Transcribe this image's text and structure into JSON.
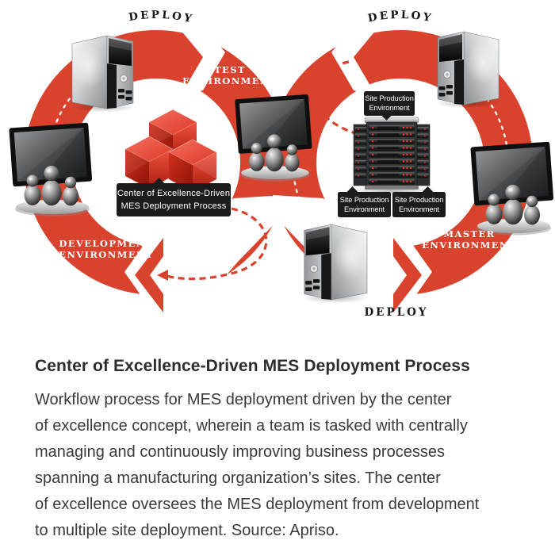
{
  "colors": {
    "accent_red": "#d9432e",
    "label_bg": "#1c1c1c",
    "led_red": "#ff3324",
    "text_dark": "#2d2d2d"
  },
  "diagram": {
    "deploy_top_left": "DEPLOY",
    "deploy_top_right": "DEPLOY",
    "deploy_bottom": "DEPLOY",
    "test_environment": [
      "TEST",
      "ENVIRONMENT"
    ],
    "development_environment": [
      "DEVELOPMENT",
      "ENVIRONMENT"
    ],
    "master_environment": [
      "MASTER",
      "ENVIRONMENT"
    ],
    "center_label": [
      "Center of Excellence-Driven",
      "MES Deployment Process"
    ],
    "site_label": [
      "Site Production",
      "Environment"
    ],
    "icons": {
      "tower": "desktop-tower",
      "monitor": "team-monitor",
      "rack": "server-rack",
      "cubes": "coe-cubes"
    }
  },
  "caption": {
    "title": "Center of Excellence-Driven MES Deployment Process",
    "body_lines": [
      "Workflow process for MES deployment driven by the center",
      "of excellence concept, wherein a team is tasked with centrally",
      "managing and continuously improving business processes",
      "spanning a manufacturing organization’s sites. The center",
      "of excellence oversees the MES deployment from development",
      "to multiple site deployment. Source: Apriso."
    ]
  }
}
